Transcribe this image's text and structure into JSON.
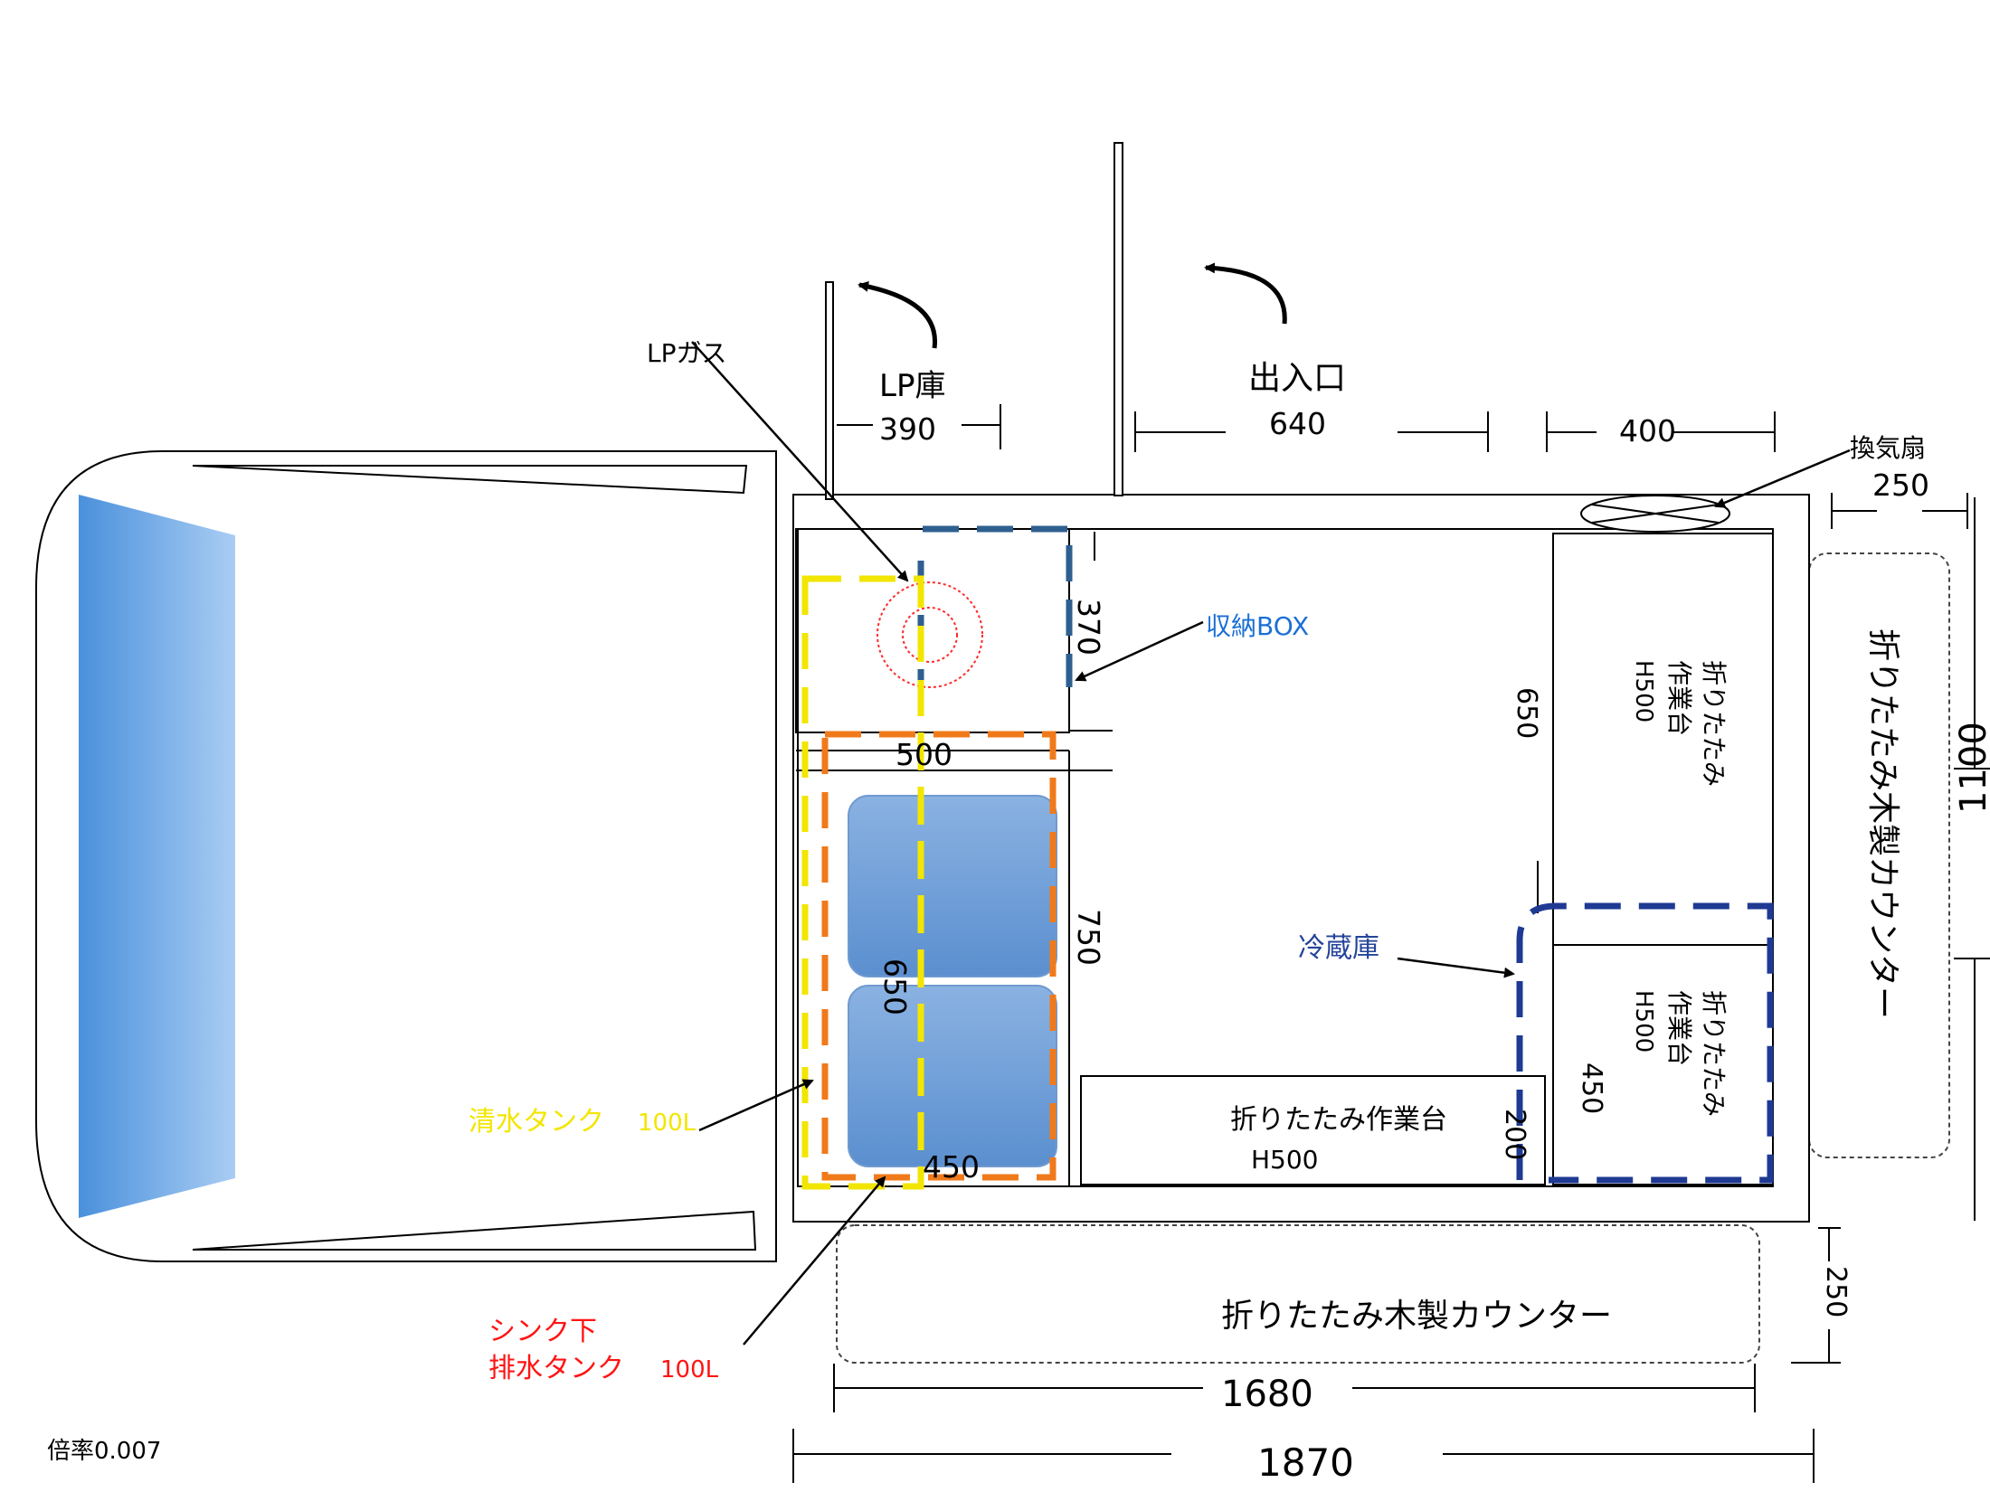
{
  "labels": {
    "lp_gas": "LPガス",
    "lp_storage": "LP庫",
    "entrance": "出入口",
    "storage_box": "収納BOX",
    "vent_fan": "換気扇",
    "refrigerator": "冷蔵庫",
    "fresh_tank_name": "清水タンク",
    "fresh_tank_volume": "100L",
    "gray_tank_line1": "シンク下",
    "gray_tank_line2": "排水タンク",
    "gray_tank_volume": "100L",
    "scale": "倍率0.007"
  },
  "workbench_upper": {
    "line1": "折りたたみ",
    "line2": "作業台",
    "line3": "H500"
  },
  "workbench_lower": {
    "line1": "折りたたみ",
    "line2": "作業台",
    "line3": "H500"
  },
  "workbench_bottom": {
    "name": "折りたたみ作業台",
    "height": "H500"
  },
  "counter_right": "折りたたみ木製カウンター",
  "counter_bottom": "折りたたみ木製カウンター",
  "dimensions": {
    "lp_storage_width": "390",
    "entrance_width": "640",
    "right_gap": "400",
    "vent_offset": "250",
    "storage_box_depth": "370",
    "storage_box_width": "500",
    "sink_depth": "750",
    "tank_depth": "650",
    "tank_width": "450",
    "interior_upper": "650",
    "workbench_depth": "200",
    "workbench_lower_depth": "450",
    "overall_height": "1100",
    "counter_depth": "250",
    "counter_length": "1680",
    "overall_length": "1870"
  },
  "colors": {
    "storage_box": "#2e5f8f",
    "fresh_tank": "#f2e600",
    "gray_tank": "#f07a1a",
    "refrigerator": "#1f3a93",
    "tank_fill": "#7fa8dc"
  }
}
